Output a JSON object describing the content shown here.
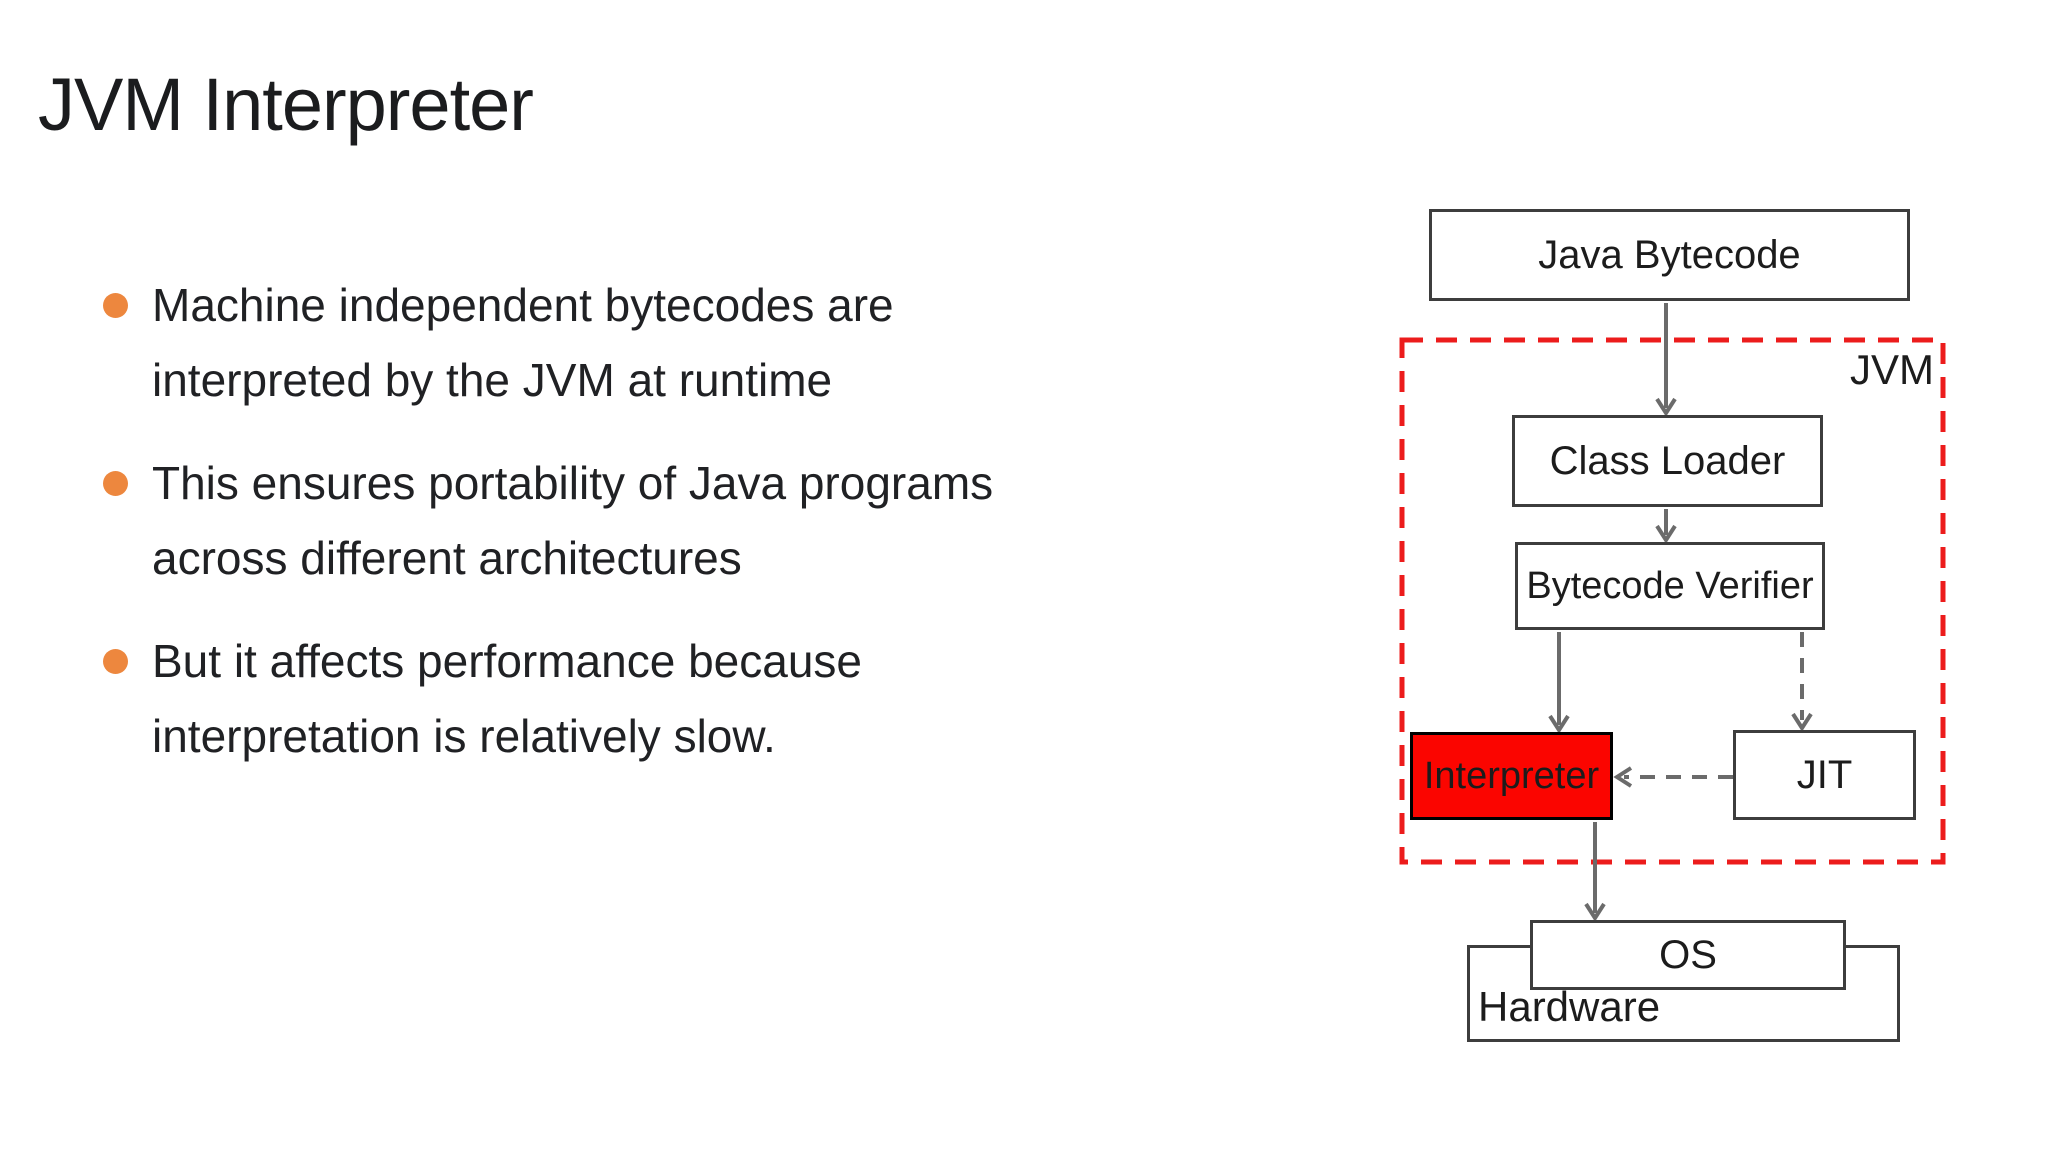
{
  "slide": {
    "title": "JVM Interpreter",
    "bullets": [
      "Machine independent bytecodes are\ninterpreted by the JVM at runtime",
      "This ensures portability of Java programs\nacross different architectures",
      "But it affects performance because\ninterpretation is relatively slow."
    ],
    "bullet_color": "#ED873E"
  },
  "diagram": {
    "nodes": {
      "java_bytecode": "Java Bytecode",
      "class_loader": "Class Loader",
      "bytecode_verifier": "Bytecode Verifier",
      "interpreter": "Interpreter",
      "jit": "JIT",
      "os": "OS",
      "hardware": "Hardware"
    },
    "jvm_label": "JVM",
    "colors": {
      "highlight_fill": "#FB0500",
      "jvm_border": "#EC1C1C",
      "arrow": "#6B6B6B",
      "box_border": "#3D3D3D"
    }
  }
}
